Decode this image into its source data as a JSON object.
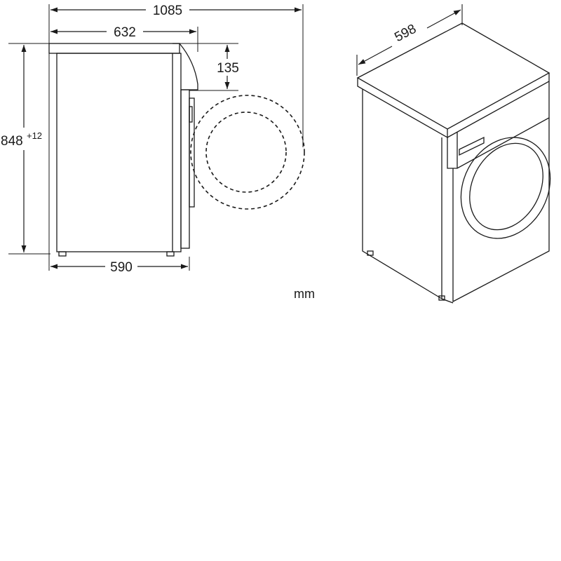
{
  "diagram": {
    "side_view": {
      "overall_depth": "1085",
      "depth_with_door": "632",
      "door_protrusion": "135",
      "height": "848",
      "height_tolerance": "+12",
      "body_depth": "590"
    },
    "iso_view": {
      "width": "598"
    },
    "unit": "mm"
  },
  "colors": {
    "line": "#1a1a1a",
    "background": "#ffffff"
  }
}
